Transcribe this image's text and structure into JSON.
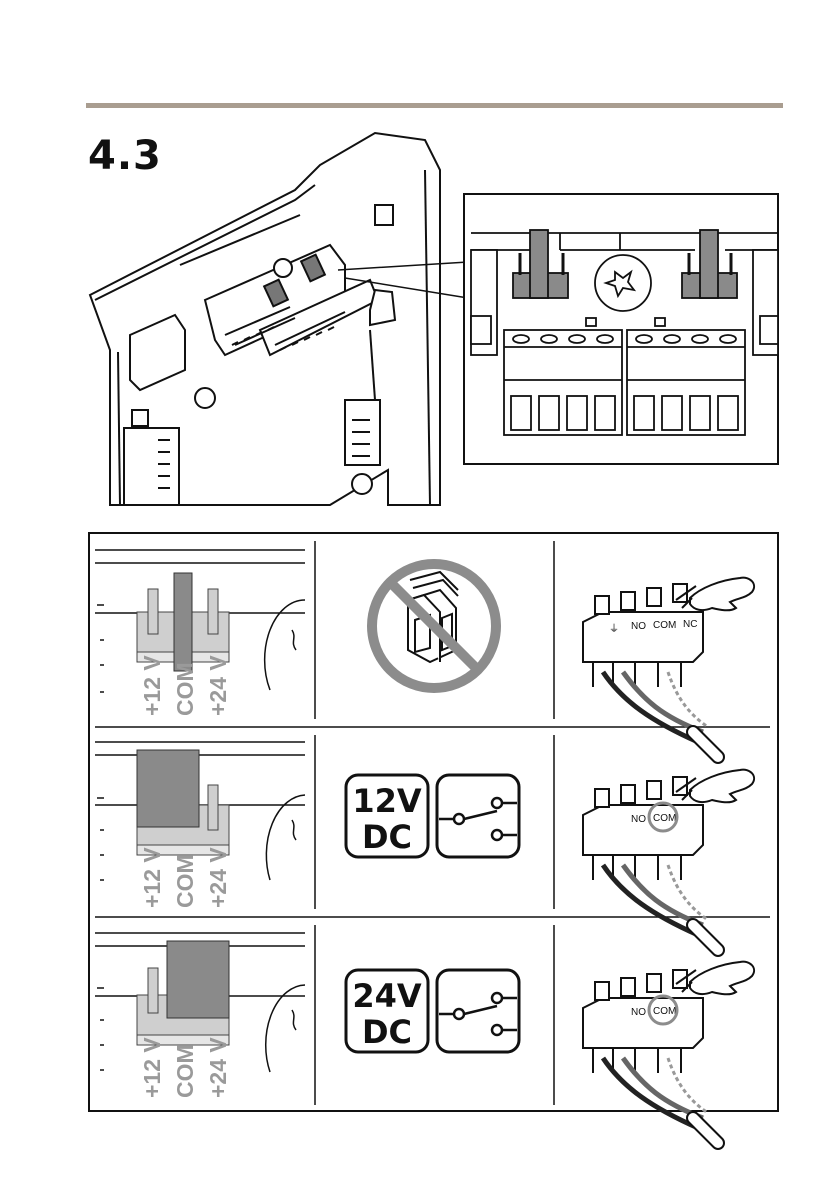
{
  "page": {
    "step_number": "4.3"
  },
  "jumper_labels": [
    "+12 V",
    "COM",
    "+24 V"
  ],
  "voltage_labels": [
    {
      "voltage": "12V",
      "type": "DC"
    },
    {
      "voltage": "24V",
      "type": "DC"
    }
  ],
  "terminal_labels": {
    "ground": "⏚",
    "no": "NO",
    "com": "COM",
    "nc": "NC"
  },
  "colors": {
    "rule": "#a99d90",
    "jumper": "#8a8a8a",
    "prohibited": "#8c8c8c",
    "frame": "#111111"
  },
  "icons": [
    "jumper-icon",
    "prohibited-icon",
    "relay-switch-icon",
    "hand-pointer-icon",
    "terminal-block-icon"
  ]
}
